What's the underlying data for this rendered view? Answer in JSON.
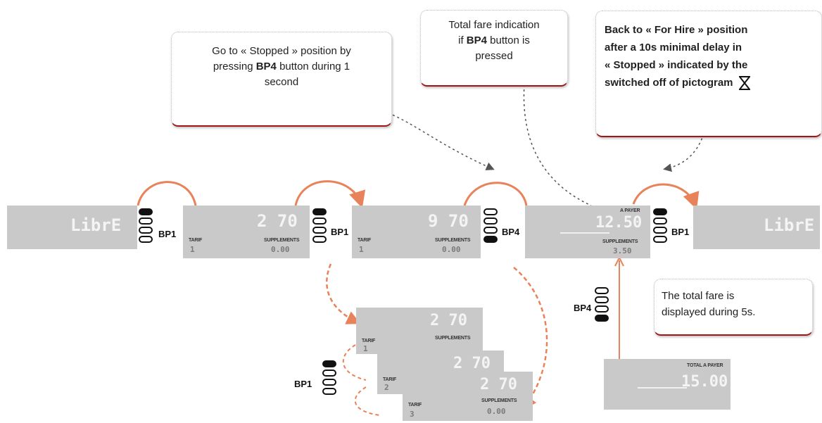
{
  "callouts": {
    "stopped": {
      "line1_a": "Go to « Stopped » position by",
      "line2_a": "pressing ",
      "line2_b": "BP4",
      "line2_c": " button during 1",
      "line3": "second"
    },
    "total_fare": {
      "line1": "Total fare indication",
      "line2_a": "if ",
      "line2_b": "BP4",
      "line2_c": " button is",
      "line3": "pressed"
    },
    "back_to_hire": {
      "line1": "Back to « For Hire » position",
      "line2": "after a 10s minimal delay in",
      "line3": "« Stopped » indicated by the",
      "line4": "switched off of pictogram"
    },
    "total_displayed": {
      "line1": "The total fare is",
      "line2": "displayed during 5s."
    }
  },
  "displays": {
    "d1": {
      "main": "LibrE"
    },
    "d2": {
      "main": "2 70",
      "tarif_label": "TARIF",
      "tarif_value": "1",
      "supp_label": "SUPPLEMENTS",
      "supp_value": "0.00"
    },
    "d3": {
      "main": "9 70",
      "tarif_label": "TARIF",
      "tarif_value": "1",
      "supp_label": "SUPPLEMENTS",
      "supp_value": "0.00"
    },
    "d4": {
      "main": "12.50",
      "top_label": "A PAYER",
      "supp_label": "SUPPLEMENTS",
      "supp_value": "3.50"
    },
    "d5": {
      "main": "LibrE"
    },
    "s1": {
      "main": "2 70",
      "tarif_label": "TARIF",
      "tarif_value": "1",
      "supp_label": "SUPPLEMENTS"
    },
    "s2": {
      "main": "2 70",
      "tarif_label": "TARIF",
      "tarif_value": "2"
    },
    "s3": {
      "main": "2 70",
      "tarif_label": "TARIF",
      "tarif_value": "3",
      "supp_label": "SUPPLEMENTS",
      "supp_value": "0.00"
    },
    "total": {
      "top_label": "TOTAL  A PAYER",
      "main": "15.00"
    }
  },
  "buttons": {
    "bp1_a": "BP1",
    "bp1_b": "BP1",
    "bp4_a": "BP4",
    "bp1_c": "BP1",
    "bp4_b": "BP4",
    "bp1_d": "BP1"
  },
  "colors": {
    "arrow": "#e8825a",
    "callout_border": "#a11515",
    "display_bg": "#c9c9c9"
  }
}
